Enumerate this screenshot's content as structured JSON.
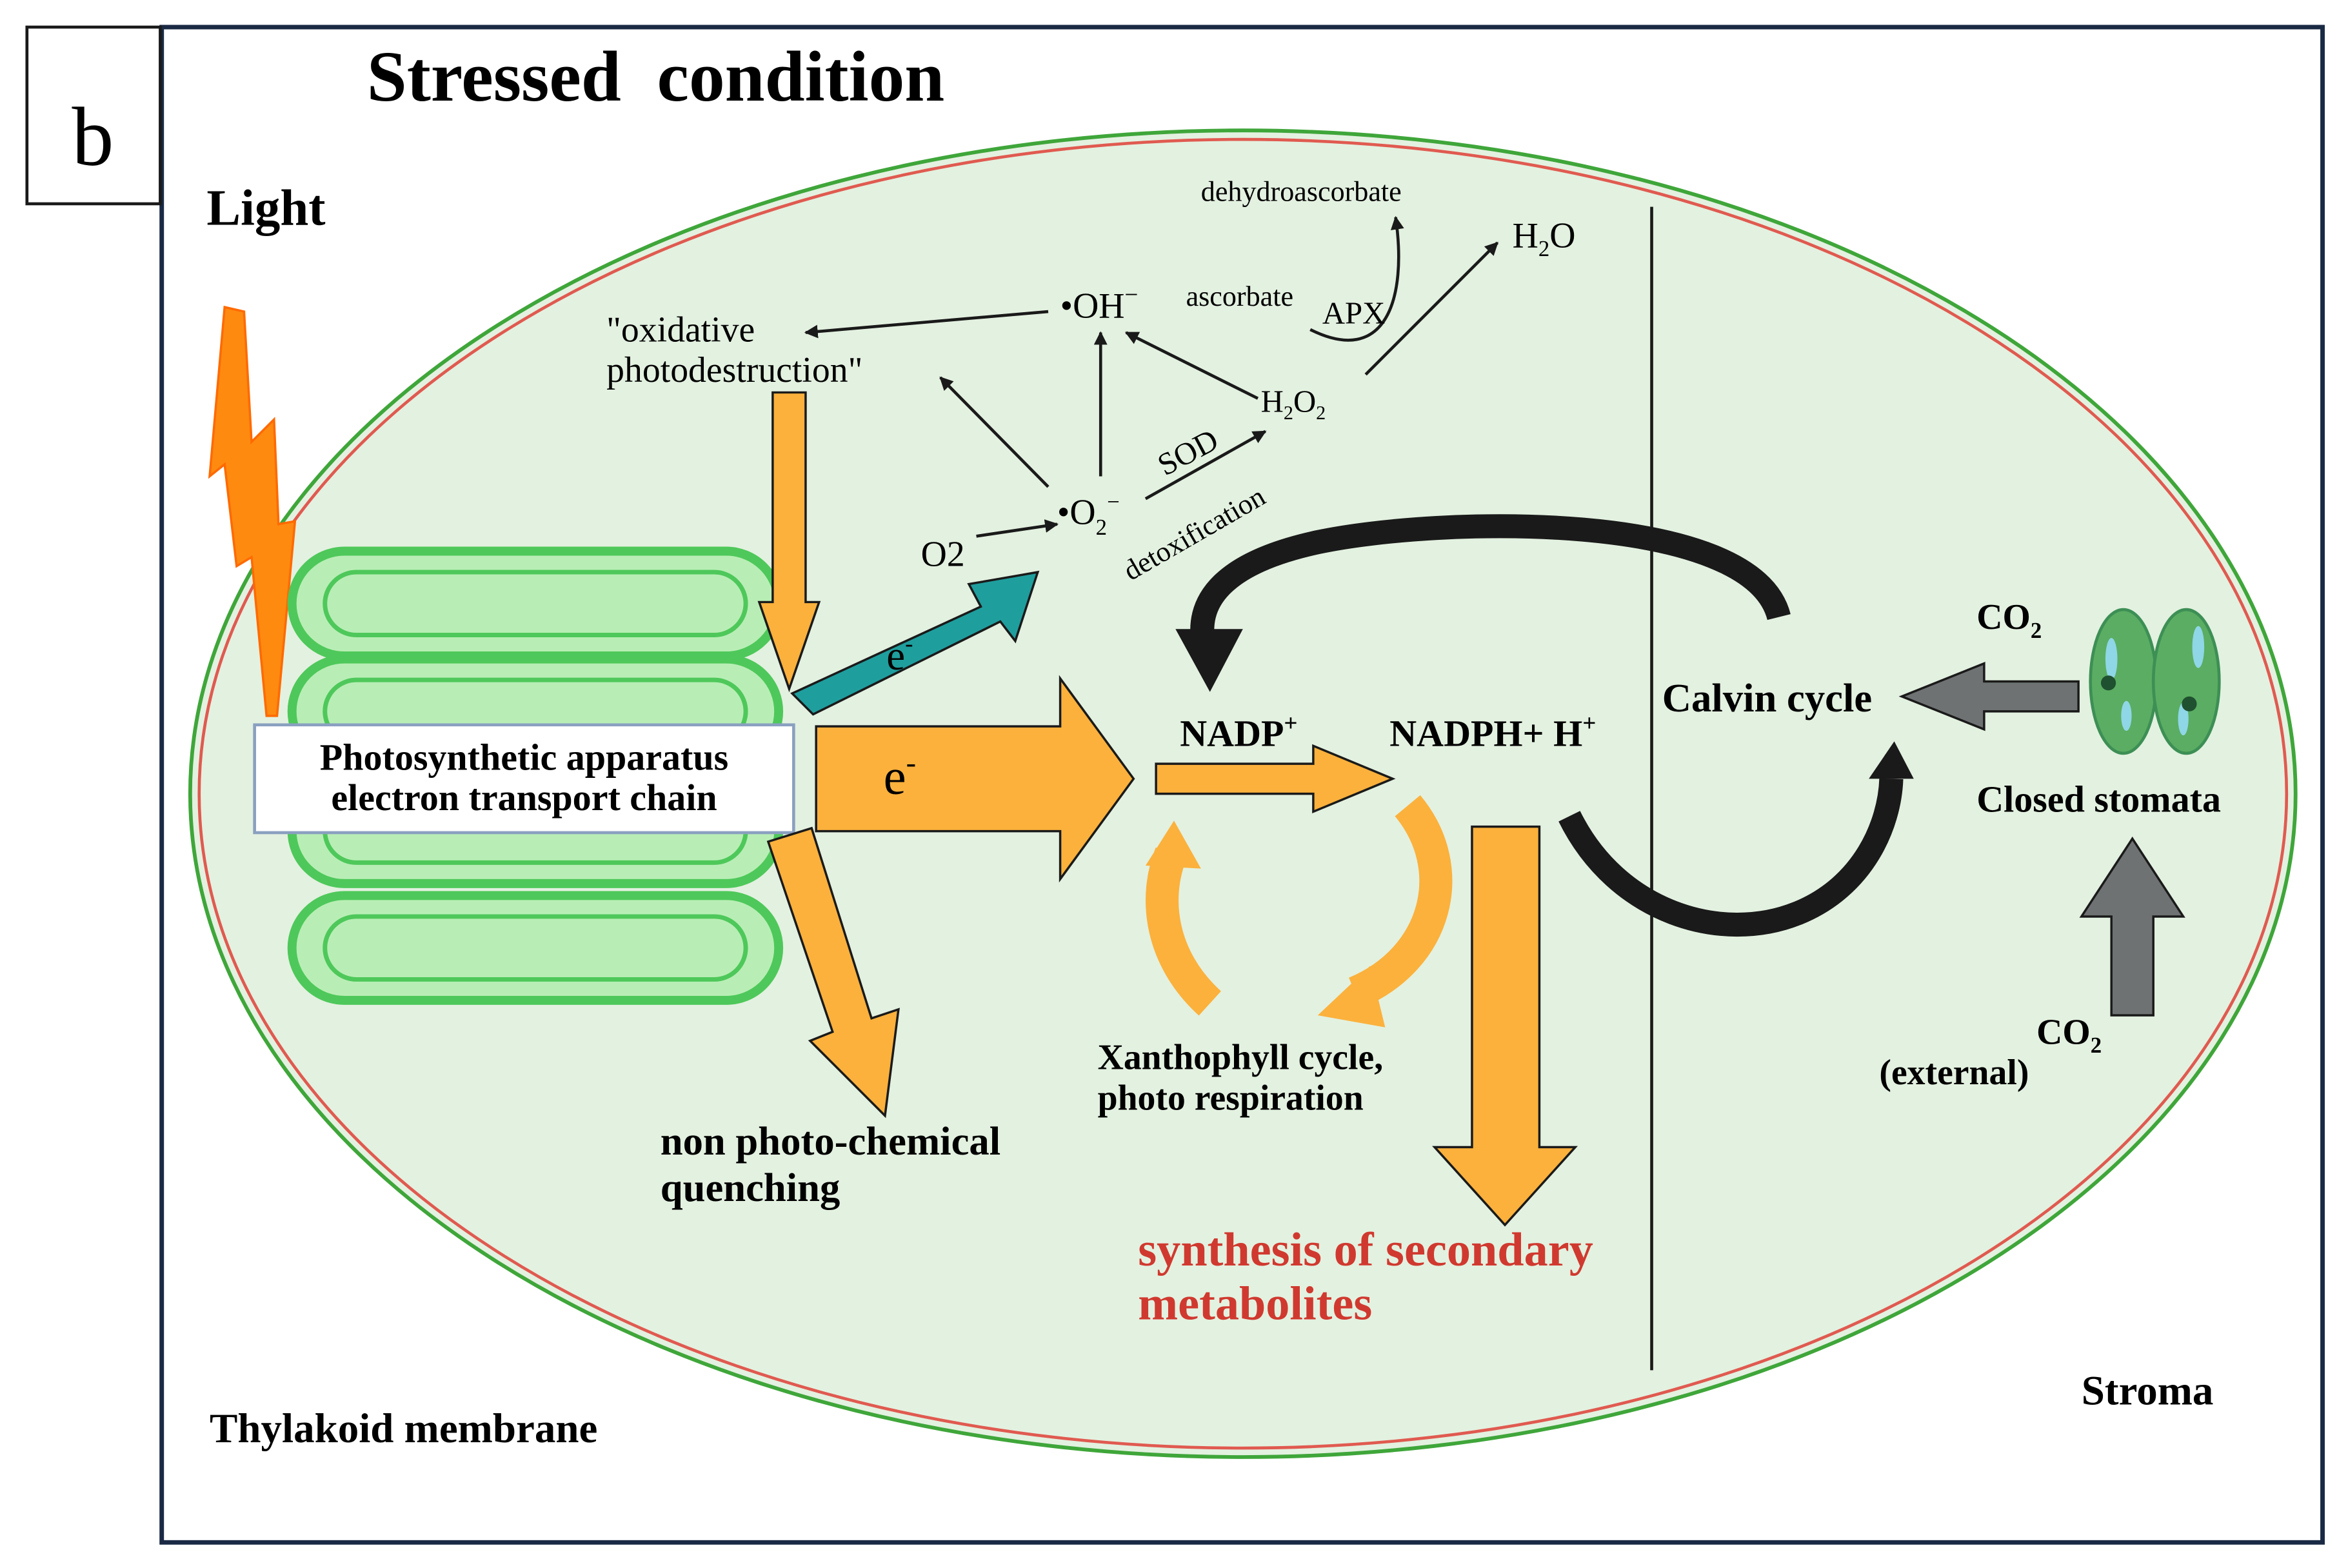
{
  "panel_label": "b",
  "title": "Stressed  condition",
  "labels": {
    "light": "Light",
    "thylakoid_membrane": "Thylakoid membrane",
    "stroma": "Stroma",
    "apparatus_line1": "Photosynthetic apparatus",
    "apparatus_line2": "electron transport chain",
    "electron": "e",
    "electron_sup": "-",
    "o2": "O2",
    "superoxide": "•O",
    "superoxide_sub": "2",
    "superoxide_sup": "−",
    "hydroxyl": "•OH",
    "hydroxyl_sup": "−",
    "h2o2_h": "H",
    "h2o2_2a": "2",
    "h2o2_o": "O",
    "h2o2_2b": "2",
    "h2o_h": "H",
    "h2o_2": "2",
    "h2o_o": "O",
    "sod": "SOD",
    "detoxification": "detoxification",
    "ascorbate": "ascorbate",
    "apx": "APX",
    "dehydroascorbate": "dehydroascorbate",
    "oxidative_line1": "\"oxidative",
    "oxidative_line2": "photodestruction\"",
    "nadp": "NADP",
    "nadp_sup": "+",
    "nadph": "NADPH+ H",
    "nadph_sup": "+",
    "calvin_cycle": "Calvin cycle",
    "co2_c": "CO",
    "co2_2": "2",
    "closed_stomata": "Closed stomata",
    "co2_ext_c": "CO",
    "co2_ext_2": "2",
    "external": "(external)",
    "xanthophyll_line1": "Xanthophyll cycle,",
    "xanthophyll_line2": "photo respiration",
    "npq_line1": "non photo-chemical",
    "npq_line2": "quenching",
    "secondary_line1": "synthesis of secondary",
    "secondary_line2": "metabolites"
  },
  "colors": {
    "frame": "#1a2a44",
    "orange": "#fbb13c",
    "teal": "#1f9e9e",
    "black_arrow": "#1a1a1a",
    "gray_arrow": "#6f7273",
    "cell_fill": "#e3f1e0",
    "outer_membrane": "#3fa63a",
    "inner_membrane": "#e05a50",
    "thylakoid_fill": "#b8eeb5",
    "thylakoid_stroke": "#4ec85a",
    "lightning": "#ff8a10",
    "secondary_text": "#d0392f",
    "stomata_fill": "#5aad62",
    "stomata_cell": "#3d8f55"
  },
  "icons": [
    "lightning-bolt-icon",
    "stomata-icon"
  ]
}
